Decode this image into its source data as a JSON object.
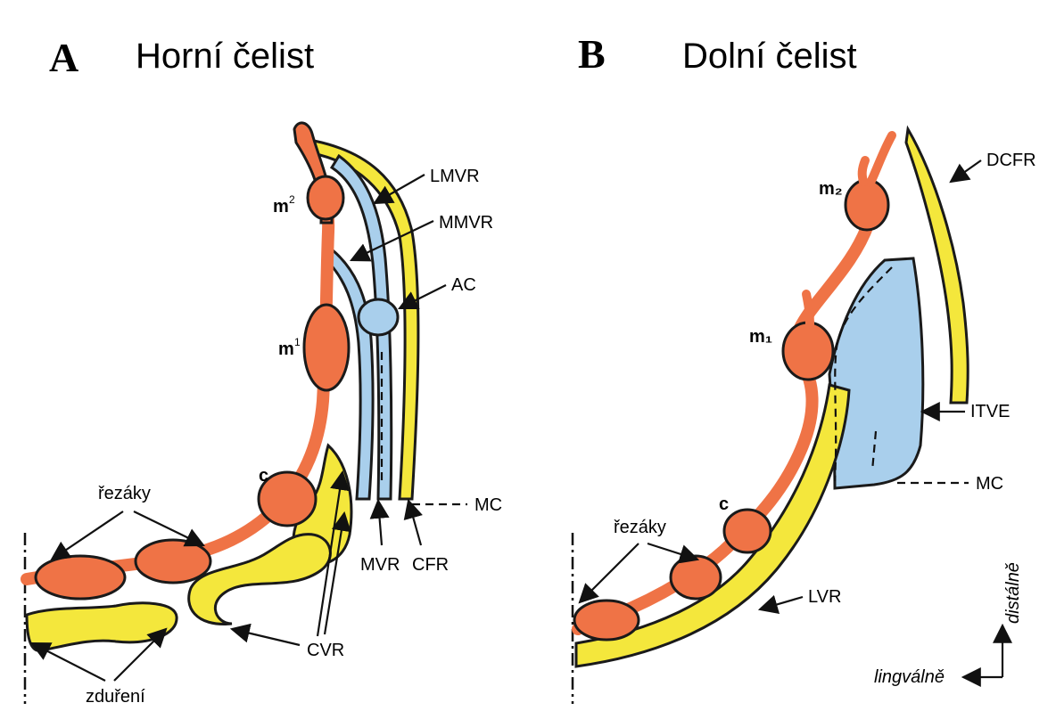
{
  "panels": [
    {
      "letter": "A",
      "title": "Horní čelist"
    },
    {
      "letter": "B",
      "title": "Dolní čelist"
    }
  ],
  "panel_a": {
    "tooth_labels": {
      "m2": "m",
      "m2_sup": "2",
      "m1": "m",
      "m1_sup": "1",
      "c": "c"
    },
    "labels": {
      "lmvr": "LMVR",
      "mmvr": "MMVR",
      "ac": "AC",
      "mc": "MC",
      "mvr": "MVR",
      "cfr": "CFR",
      "rezaky": "řezáky",
      "cvr": "CVR",
      "zdureni": "zduření"
    }
  },
  "panel_b": {
    "tooth_labels": {
      "m2": "m₂",
      "m1": "m₁",
      "c": "c"
    },
    "labels": {
      "dcfr": "DCFR",
      "itve": "ITVE",
      "mc": "MC",
      "rezaky": "řezáky",
      "lvr": "LVR"
    },
    "orientation": {
      "vertical": "distálně",
      "horizontal": "lingválně"
    }
  },
  "colors": {
    "dental_lamina": "#ef7346",
    "vestibular": "#f4e73c",
    "blue_region": "#a9cfec"
  }
}
